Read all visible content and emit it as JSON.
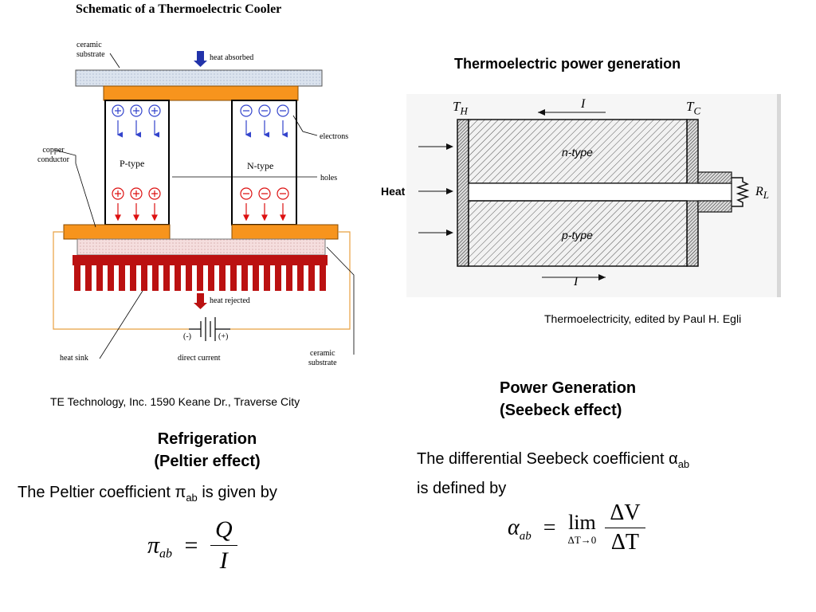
{
  "left_diagram": {
    "title": "Schematic of a Thermoelectric Cooler",
    "labels": {
      "ceramic_top": [
        "ceramic",
        "substrate"
      ],
      "heat_absorbed": "heat absorbed",
      "electrons": "electrons",
      "copper": [
        "copper",
        "conductor"
      ],
      "p_type": "P-type",
      "n_type": "N-type",
      "holes": "holes",
      "heat_rejected": "heat rejected",
      "minus": "(-)",
      "plus": "(+)",
      "direct_current": "direct current",
      "heat_sink": "heat sink",
      "ceramic_bottom": [
        "ceramic",
        "substrate"
      ]
    },
    "caption": "TE Technology, Inc. 1590 Keane Dr., Traverse City"
  },
  "right_diagram": {
    "title": "Thermoelectric power generation",
    "labels": {
      "th": "T",
      "th_sub": "H",
      "tc": "T",
      "tc_sub": "C",
      "current_top": "I",
      "n_type": "n-type",
      "p_type": "p-type",
      "heat": "Heat",
      "rl": "R",
      "rl_sub": "L",
      "current_bottom": "I"
    },
    "caption": "Thermoelectricity, edited by Paul H. Egli"
  },
  "refrigeration": {
    "heading_line1": "Refrigeration",
    "heading_line2": "(Peltier effect)",
    "text_before": "The Peltier coefficient π",
    "text_sub": "ab",
    "text_after": " is given by",
    "formula": {
      "lhs": "π",
      "lhs_sub": "ab",
      "eq": "=",
      "num": "Q",
      "den": "I"
    }
  },
  "power_generation": {
    "heading_line1": "Power Generation",
    "heading_line2": "(Seebeck effect)",
    "text_line1": "The differential Seebeck coefficient α",
    "text_sub": "ab",
    "text_line2": "is defined by",
    "formula": {
      "lhs": "α",
      "lhs_sub": "ab",
      "eq": "=",
      "lim": "lim",
      "lim_under": "ΔT→0",
      "num": "ΔV",
      "den": "ΔT"
    }
  }
}
